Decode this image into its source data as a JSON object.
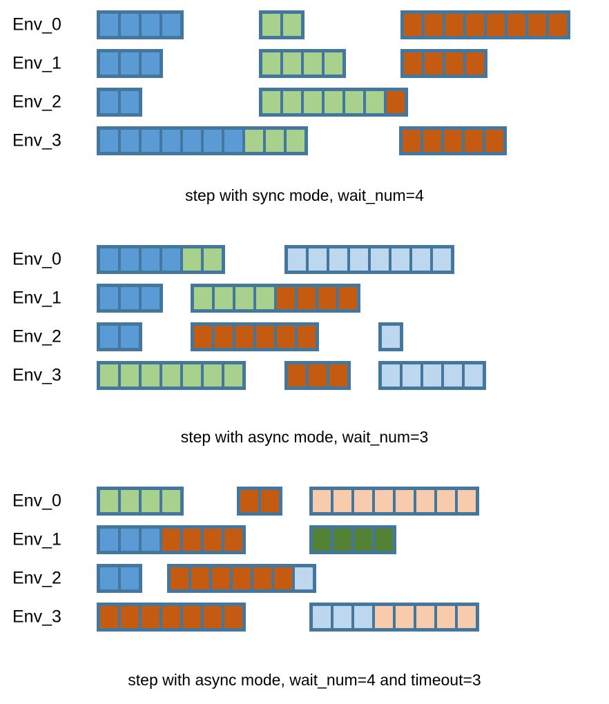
{
  "palette": {
    "blue": "#5B9BD5",
    "green": "#A9D18E",
    "orange": "#C55A11",
    "light_blue": "#BDD7EE",
    "peach": "#F8CBAD",
    "dark_green": "#548235",
    "border": "#44779E",
    "background": "#FFFFFF",
    "text": "#000000"
  },
  "chart_data": {
    "type": "bar",
    "title": "",
    "xlabel": "",
    "ylabel": "",
    "panels": [
      {
        "caption": "step with sync mode, wait_num=4",
        "rows": [
          {
            "label": "Env_0",
            "blocks": [
              {
                "start": 140,
                "cells": [
                  "blue",
                  "blue",
                  "blue",
                  "blue"
                ]
              },
              {
                "start": 375,
                "cells": [
                  "green",
                  "green"
                ]
              },
              {
                "start": 580,
                "cells": [
                  "orange",
                  "orange",
                  "orange",
                  "orange",
                  "orange",
                  "orange",
                  "orange",
                  "orange"
                ]
              }
            ]
          },
          {
            "label": "Env_1",
            "blocks": [
              {
                "start": 140,
                "cells": [
                  "blue",
                  "blue",
                  "blue"
                ]
              },
              {
                "start": 375,
                "cells": [
                  "green",
                  "green",
                  "green",
                  "green"
                ]
              },
              {
                "start": 580,
                "cells": [
                  "orange",
                  "orange",
                  "orange",
                  "orange"
                ]
              }
            ]
          },
          {
            "label": "Env_2",
            "blocks": [
              {
                "start": 140,
                "cells": [
                  "blue",
                  "blue"
                ]
              },
              {
                "start": 375,
                "cells": [
                  "green",
                  "green",
                  "green",
                  "green",
                  "green",
                  "green",
                  "orange"
                ]
              }
            ]
          },
          {
            "label": "Env_3",
            "blocks": [
              {
                "start": 140,
                "cells": [
                  "blue",
                  "blue",
                  "blue",
                  "blue",
                  "blue",
                  "blue",
                  "blue",
                  "green",
                  "green",
                  "green"
                ]
              },
              {
                "start": 578,
                "cells": [
                  "orange",
                  "orange",
                  "orange",
                  "orange",
                  "orange"
                ]
              }
            ]
          }
        ]
      },
      {
        "caption": "step with async mode, wait_num=3",
        "rows": [
          {
            "label": "Env_0",
            "blocks": [
              {
                "start": 140,
                "cells": [
                  "blue",
                  "blue",
                  "blue",
                  "blue",
                  "green",
                  "green"
                ]
              },
              {
                "start": 412,
                "cells": [
                  "light_blue",
                  "light_blue",
                  "light_blue",
                  "light_blue",
                  "light_blue",
                  "light_blue",
                  "light_blue",
                  "light_blue"
                ]
              }
            ]
          },
          {
            "label": "Env_1",
            "blocks": [
              {
                "start": 140,
                "cells": [
                  "blue",
                  "blue",
                  "blue"
                ]
              },
              {
                "start": 276,
                "cells": [
                  "green",
                  "green",
                  "green",
                  "green",
                  "orange",
                  "orange",
                  "orange",
                  "orange"
                ]
              }
            ]
          },
          {
            "label": "Env_2",
            "blocks": [
              {
                "start": 140,
                "cells": [
                  "blue",
                  "blue"
                ]
              },
              {
                "start": 276,
                "cells": [
                  "orange",
                  "orange",
                  "orange",
                  "orange",
                  "orange",
                  "orange"
                ]
              },
              {
                "start": 548,
                "cells": [
                  "light_blue"
                ]
              }
            ]
          },
          {
            "label": "Env_3",
            "blocks": [
              {
                "start": 140,
                "cells": [
                  "green",
                  "green",
                  "green",
                  "green",
                  "green",
                  "green",
                  "green"
                ]
              },
              {
                "start": 412,
                "cells": [
                  "orange",
                  "orange",
                  "orange"
                ]
              },
              {
                "start": 548,
                "cells": [
                  "light_blue",
                  "light_blue",
                  "light_blue",
                  "light_blue",
                  "light_blue"
                ]
              }
            ]
          }
        ]
      },
      {
        "caption": "step with async mode, wait_num=4 and timeout=3",
        "rows": [
          {
            "label": "Env_0",
            "blocks": [
              {
                "start": 140,
                "cells": [
                  "green",
                  "green",
                  "green",
                  "green"
                ]
              },
              {
                "start": 343,
                "cells": [
                  "orange",
                  "orange"
                ]
              },
              {
                "start": 448,
                "cells": [
                  "peach",
                  "peach",
                  "peach",
                  "peach",
                  "peach",
                  "peach",
                  "peach",
                  "peach"
                ]
              }
            ]
          },
          {
            "label": "Env_1",
            "blocks": [
              {
                "start": 140,
                "cells": [
                  "blue",
                  "blue",
                  "blue",
                  "orange",
                  "orange",
                  "orange",
                  "orange"
                ]
              },
              {
                "start": 448,
                "cells": [
                  "dark_green",
                  "dark_green",
                  "dark_green",
                  "dark_green"
                ]
              }
            ]
          },
          {
            "label": "Env_2",
            "blocks": [
              {
                "start": 140,
                "cells": [
                  "blue",
                  "blue"
                ]
              },
              {
                "start": 242,
                "cells": [
                  "orange",
                  "orange",
                  "orange",
                  "orange",
                  "orange",
                  "orange",
                  "light_blue"
                ]
              }
            ]
          },
          {
            "label": "Env_3",
            "blocks": [
              {
                "start": 140,
                "cells": [
                  "orange",
                  "orange",
                  "orange",
                  "orange",
                  "orange",
                  "orange",
                  "orange"
                ]
              },
              {
                "start": 448,
                "cells": [
                  "light_blue",
                  "light_blue",
                  "light_blue",
                  "peach",
                  "peach",
                  "peach",
                  "peach",
                  "peach"
                ]
              }
            ]
          }
        ]
      }
    ]
  }
}
